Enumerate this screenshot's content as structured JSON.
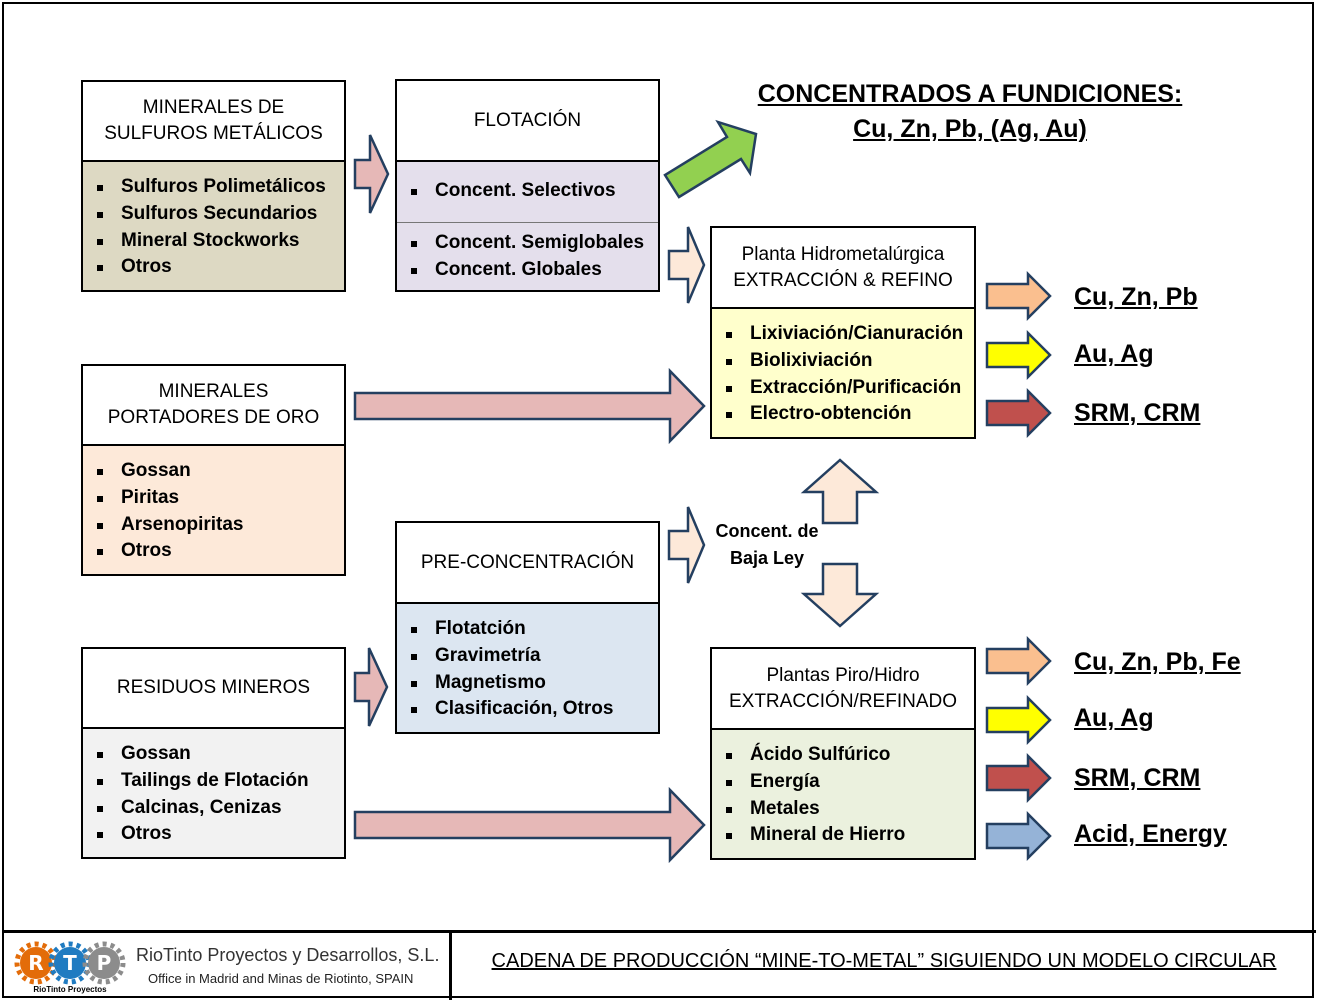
{
  "colors": {
    "sulfides_body": "#ddd9c3",
    "flotation_body": "#e4dfec",
    "gold_body": "#fde9d9",
    "residues_body": "#f2f2f2",
    "preconc_body": "#dce6f1",
    "hydro_body": "#ffffcc",
    "pyro_body": "#ebf1de",
    "arrow_pink": "#e6b8b7",
    "arrow_peach": "#fde9d9",
    "arrow_green": "#92d050",
    "arrow_orange": "#fabf8f",
    "arrow_yellow": "#ffff00",
    "arrow_red": "#c0504d",
    "arrow_blue": "#95b3d7",
    "outline": "#243f60"
  },
  "boxes": {
    "sulfides": {
      "title": [
        "MINERALES DE",
        "SULFUROS METÁLICOS"
      ],
      "items": [
        "Sulfuros Polimetálicos",
        "Sulfuros Secundarios",
        "Mineral Stockworks",
        "Otros"
      ]
    },
    "gold": {
      "title": [
        "MINERALES",
        "PORTADORES DE ORO"
      ],
      "items": [
        "Gossan",
        "Piritas",
        "Arsenopiritas",
        "Otros"
      ]
    },
    "residues": {
      "title": [
        "RESIDUOS MINEROS"
      ],
      "items": [
        "Gossan",
        "Tailings de Flotación",
        "Calcinas, Cenizas",
        "Otros"
      ]
    },
    "flotation": {
      "title": [
        "FLOTACIÓN"
      ],
      "items_a": [
        "Concent. Selectivos"
      ],
      "items_b": [
        "Concent. Semiglobales",
        "Concent. Globales"
      ]
    },
    "preconc": {
      "title": [
        "PRE-CONCENTRACIÓN"
      ],
      "items": [
        "Flotatción",
        "Gravimetría",
        "Magnetismo",
        "Clasificación, Otros"
      ]
    },
    "hydro": {
      "title": [
        "Planta Hidrometalúrgica",
        "EXTRACCIÓN & REFINO"
      ],
      "items": [
        "Lixiviación/Cianuración",
        "Biolixiviación",
        "Extracción/Purificación",
        "Electro-obtención"
      ]
    },
    "pyro": {
      "title": [
        "Plantas Piro/Hidro",
        "EXTRACCIÓN/REFINADO"
      ],
      "items": [
        "Ácido Sulfúrico",
        "Energía",
        "Metales",
        "Mineral de Hierro"
      ]
    }
  },
  "concentrates": {
    "line1": "CONCENTRADOS A FUNDICIONES:",
    "line2": "Cu, Zn, Pb, (Ag, Au)"
  },
  "low_grade": {
    "line1": "Concent. de",
    "line2": "Baja Ley"
  },
  "outputs_hydro": [
    "Cu, Zn, Pb",
    "Au, Ag",
    "SRM, CRM"
  ],
  "outputs_pyro": [
    "Cu, Zn, Pb, Fe",
    "Au, Ag",
    "SRM, CRM",
    "Acid, Energy"
  ],
  "footer": {
    "logo_letters": [
      "R",
      "T",
      "P"
    ],
    "logo_caption": "RioTinto Proyectos",
    "company": "RioTinto Proyectos y Desarrollos, S.L.",
    "office": "Office in Madrid and Minas de Riotinto, SPAIN",
    "title": "CADENA DE PRODUCCIÓN “MINE-TO-METAL”  SIGUIENDO UN MODELO CIRCULAR"
  }
}
